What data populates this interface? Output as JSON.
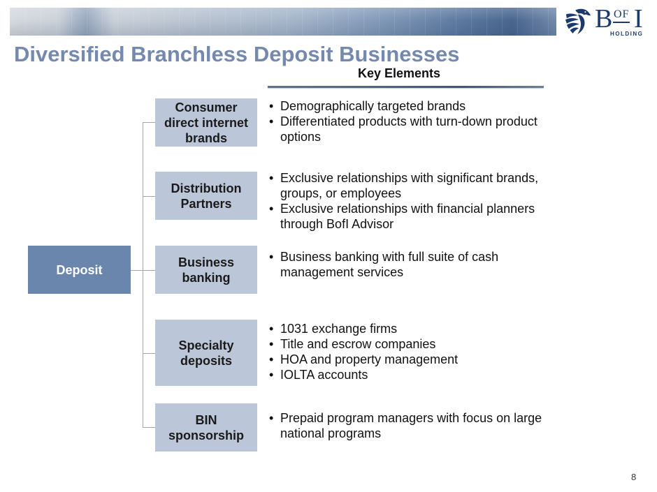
{
  "header": {
    "title": "Diversified Branchless Deposit Businesses"
  },
  "logo": {
    "icon": "eagle-icon",
    "letter_b": "B",
    "letters_of": "OF",
    "letter_i": "I",
    "subtitle": "HOLDING"
  },
  "key_elements": {
    "heading": "Key Elements"
  },
  "diagram": {
    "root": "Deposit",
    "branches": [
      {
        "label": "Consumer direct internet brands",
        "bullets": [
          "Demographically targeted brands",
          "Differentiated products with turn-down product options"
        ]
      },
      {
        "label": "Distribution Partners",
        "bullets": [
          "Exclusive relationships with significant brands, groups, or employees",
          "Exclusive relationships with financial planners through BofI Advisor"
        ]
      },
      {
        "label": "Business banking",
        "bullets": [
          "Business banking with full suite of cash management services"
        ]
      },
      {
        "label": "Specialty deposits",
        "bullets": [
          "1031 exchange firms",
          "Title and escrow companies",
          "HOA and property management",
          "IOLTA accounts"
        ]
      },
      {
        "label": "BIN sponsorship",
        "bullets": [
          "Prepaid program managers with focus on large national programs"
        ]
      }
    ]
  },
  "page_number": "8",
  "colors": {
    "title": "#7589AE",
    "root_box": "#6A86AD",
    "branch_box": "#BCC6D9",
    "connector": "#A6A6A6",
    "rule": "#4A628C",
    "logo": "#1D3A6C"
  }
}
